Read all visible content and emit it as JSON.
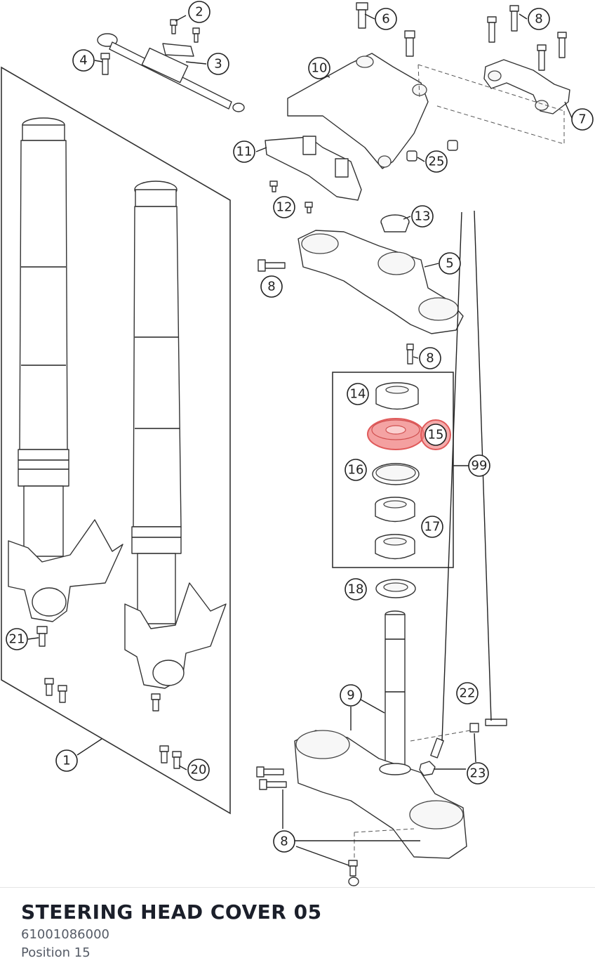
{
  "callouts": {
    "c1": "1",
    "c2": "2",
    "c3": "3",
    "c4": "4",
    "c5": "5",
    "c6": "6",
    "c7": "7",
    "c8a": "8",
    "c8b": "8",
    "c8c": "8",
    "c8d": "8",
    "c9": "9",
    "c10": "10",
    "c11": "11",
    "c12": "12",
    "c13": "13",
    "c14": "14",
    "c15": "15",
    "c16": "16",
    "c17": "17",
    "c18": "18",
    "c20": "20",
    "c21": "21",
    "c22": "22",
    "c23": "23",
    "c25": "25",
    "c99": "99"
  },
  "highlight": {
    "color": "#f08080"
  },
  "part": {
    "title": "STEERING HEAD COVER 05",
    "number": "61001086000",
    "position": "Position 15"
  }
}
